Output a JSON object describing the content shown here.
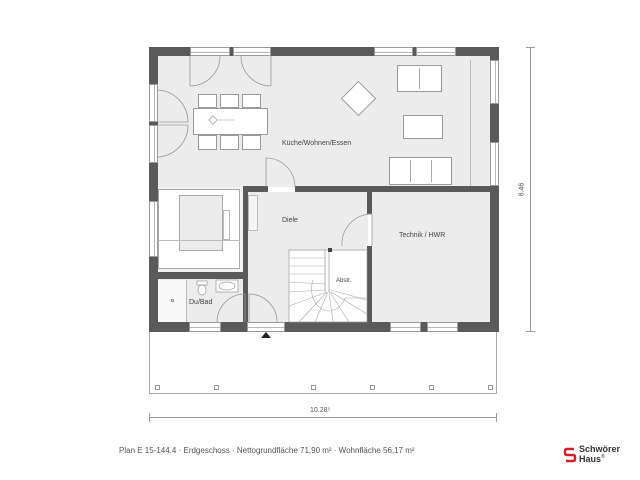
{
  "plan": {
    "rooms": [
      {
        "id": "kitchen-living-dining",
        "label": "Küche/Wohnen/Essen"
      },
      {
        "id": "hall",
        "label": "Diele"
      },
      {
        "id": "technical-utility",
        "label": "Technik / HWR"
      },
      {
        "id": "shower-bath",
        "label": "Du/Bad"
      },
      {
        "id": "storage",
        "label": "Abstr."
      }
    ],
    "dimensions": {
      "width": "10.28⁵",
      "height": "8.46"
    }
  },
  "footer": {
    "caption": "Plan E 15-144.4 · Erdgeschoss · Nettogrundfläche 71,90 m² · Wohnfläche 56,17 m²"
  },
  "brand": {
    "name_line1": "Schwörer",
    "name_line2": "Haus",
    "registered": "®",
    "logo_color": "#d0202a"
  },
  "colors": {
    "wall": "#5a5a5a",
    "floor": "#ececec",
    "line": "#9a9a9a"
  }
}
